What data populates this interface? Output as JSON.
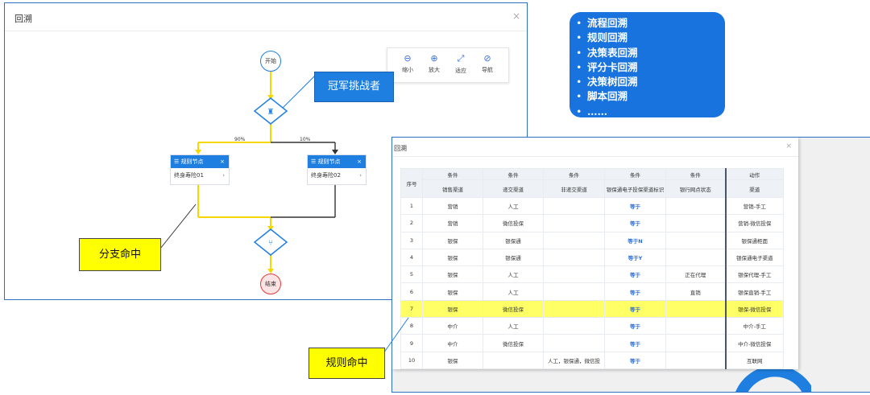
{
  "window1": {
    "title": "回溯",
    "close": "×",
    "toolbar": [
      {
        "icon": "zoom-out-icon",
        "glyph": "⊖",
        "label": "缩小"
      },
      {
        "icon": "zoom-in-icon",
        "glyph": "⊕",
        "label": "放大"
      },
      {
        "icon": "fit-icon",
        "glyph": "⤢",
        "label": "适应"
      },
      {
        "icon": "navigate-icon",
        "glyph": "⊘",
        "label": "导航"
      }
    ],
    "flow": {
      "start": "开始",
      "end": "结束",
      "branch_left_pct": "90%",
      "branch_right_pct": "10%",
      "node_left": {
        "title": "规则节点",
        "body": "终身寿险01"
      },
      "node_right": {
        "title": "规则节点",
        "body": "终身寿险02"
      },
      "x_glyph": "×",
      "chevron": "›"
    }
  },
  "callouts": {
    "champion": "冠军挑战者",
    "branch_hit": "分支命中",
    "rule_hit": "规则命中"
  },
  "bullets": [
    "流程回溯",
    "规则回溯",
    "决策表回溯",
    "评分卡回溯",
    "决策树回溯",
    "脚本回溯",
    "……"
  ],
  "window2": {
    "title": "回溯",
    "close": "×",
    "table": {
      "top_headers": [
        "条件",
        "条件",
        "条件",
        "条件",
        "条件",
        "动作"
      ],
      "index_header": "序号",
      "sub_headers": [
        "销售渠道",
        "递交渠道",
        "非递交渠道",
        "银保通电子投保渠道标识",
        "银行网点状态",
        "渠道"
      ],
      "rows": [
        [
          "1",
          "营销",
          "人工",
          "",
          "等于",
          "",
          "营销-手工"
        ],
        [
          "2",
          "营销",
          "微信投保",
          "",
          "等于",
          "",
          "营销-微信投保"
        ],
        [
          "3",
          "银保",
          "银保通",
          "",
          "等于N",
          "",
          "银保通柜面"
        ],
        [
          "4",
          "银保",
          "银保通",
          "",
          "等于Y",
          "",
          "银保通电子渠道"
        ],
        [
          "5",
          "银保",
          "人工",
          "",
          "等于",
          "正在代理",
          "银保代理-手工"
        ],
        [
          "6",
          "银保",
          "人工",
          "",
          "等于",
          "直销",
          "银保直销-手工"
        ],
        [
          "7",
          "银保",
          "微信投保",
          "",
          "等于",
          "",
          "银保-微信投保"
        ],
        [
          "8",
          "中介",
          "人工",
          "",
          "等于",
          "",
          "中介-手工"
        ],
        [
          "9",
          "中介",
          "微信投保",
          "",
          "等于",
          "",
          "中介-微信投保"
        ],
        [
          "10",
          "银保",
          "",
          "人工，银保通，微信投",
          "等于",
          "",
          "互联网"
        ]
      ],
      "highlight_row": 7
    }
  }
}
